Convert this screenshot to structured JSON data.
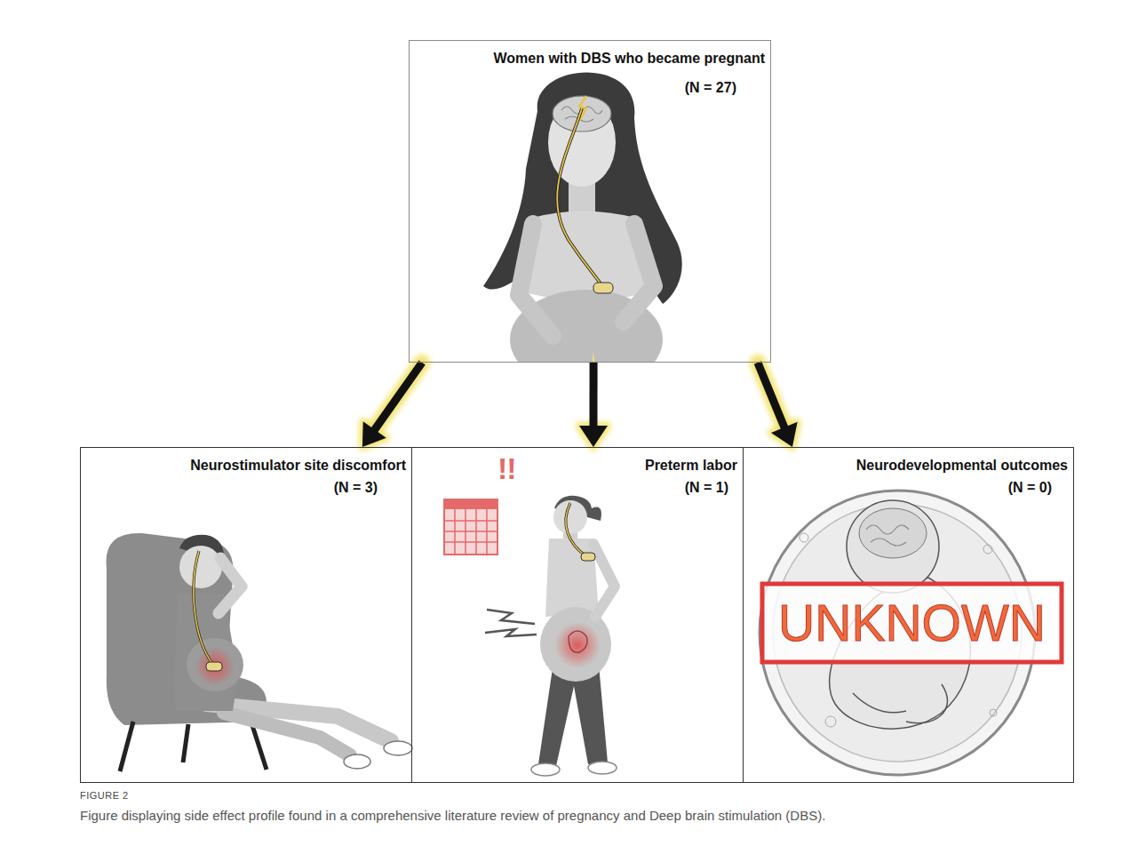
{
  "diagram": {
    "caption": "Figure displaying side effect profile found in a comprehensive literature review of pregnancy and Deep brain stimulation (DBS).",
    "nodes": [
      {
        "text": [
          "Women with DBS who became pregnant",
          "(N = 27)"
        ]
      },
      {
        "text": [
          "Neurostimulator site discomfort",
          "(N = 3)"
        ]
      },
      {
        "text": [
          "Preterm labor",
          "(N = 1)"
        ]
      },
      {
        "text": [
          "Neurodevelopmental outcomes",
          "(N = 0)"
        ]
      }
    ],
    "edges": [
      {
        "from": 0,
        "to": 1,
        "arrow": "to"
      },
      {
        "from": 0,
        "to": 2,
        "arrow": "to"
      },
      {
        "from": 0,
        "to": 3,
        "arrow": "to"
      }
    ],
    "labels": [
      "!!",
      "UNKNOWN",
      "FIGURE 2"
    ]
  }
}
